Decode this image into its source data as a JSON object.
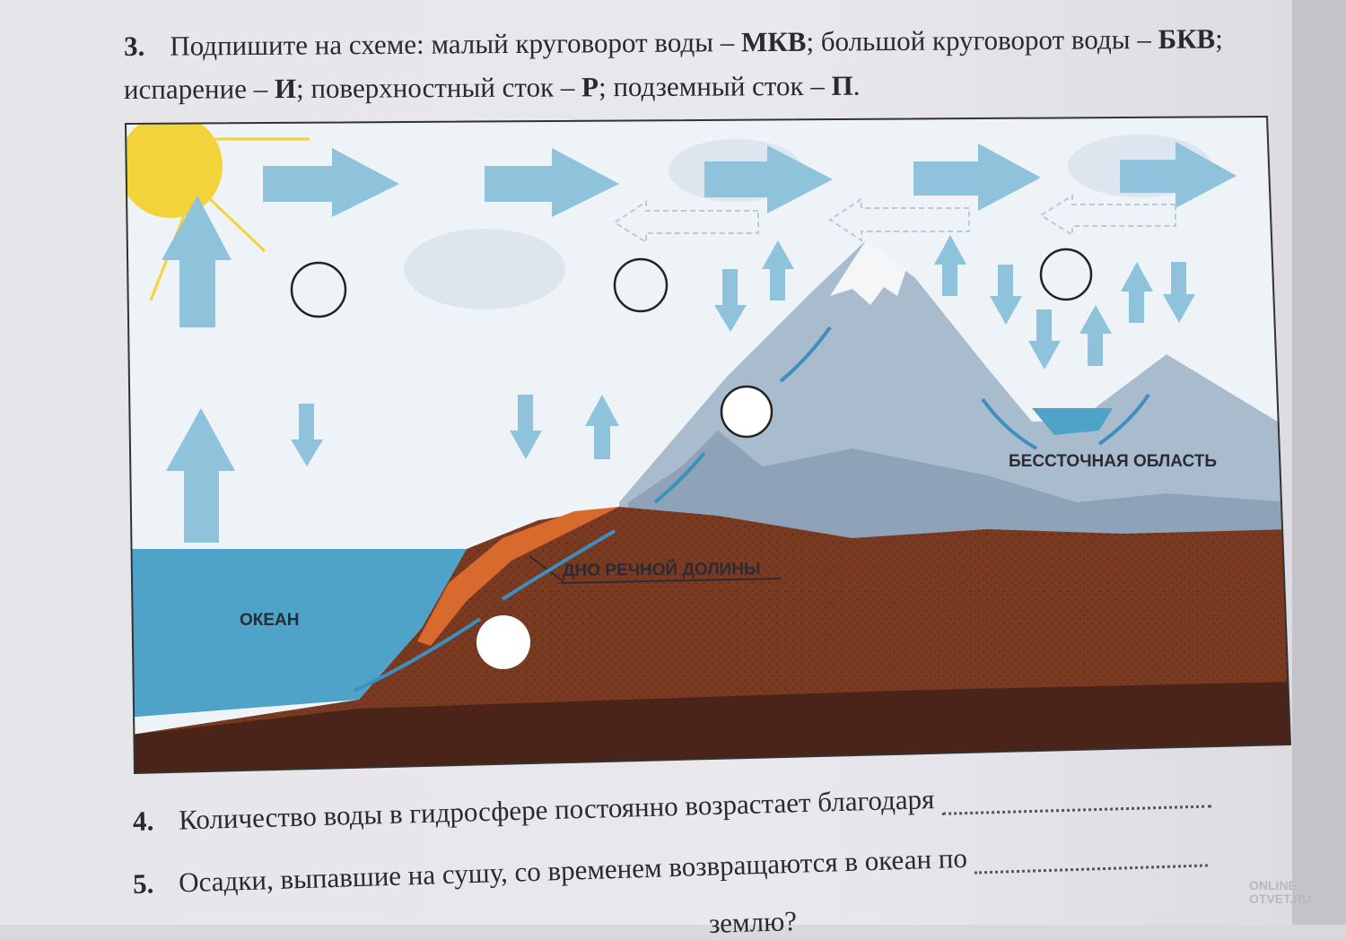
{
  "task3": {
    "number": "3.",
    "text_a": "Подпишите на схеме: малый круговорот воды – ",
    "mkv": "МКВ",
    "text_b": "; большой круговорот воды – ",
    "bkv": "БКВ",
    "text_c": ";",
    "text_d": "испарение – ",
    "i": "И",
    "text_e": "; поверхностный сток – ",
    "r": "Р",
    "text_f": "; подземный сток – ",
    "p": "П",
    "text_g": "."
  },
  "diagram": {
    "labels": {
      "ocean": "ОКЕАН",
      "river_valley_bottom": "ДНО РЕЧНОЙ ДОЛИНЫ",
      "endorheic_area": "БЕССТОЧНАЯ ОБЛАСТЬ"
    },
    "colors": {
      "sky": "#eef3f7",
      "arrow": "#8fc3dc",
      "ocean": "#4fa3c8",
      "soil": "#7a3a22",
      "sun": "#f2d33a",
      "mountain": "#a9bccd"
    }
  },
  "task4": {
    "number": "4.",
    "text": "Количество воды в гидросфере постоянно возрастает благодаря"
  },
  "task5": {
    "number": "5.",
    "text": "Осадки, выпавшие на сушу, со временем возвращаются в океан по"
  },
  "task6_fragment": {
    "text": "землю?"
  },
  "watermark": {
    "line1": "ONLINE",
    "line2": "OTVET.RU"
  }
}
